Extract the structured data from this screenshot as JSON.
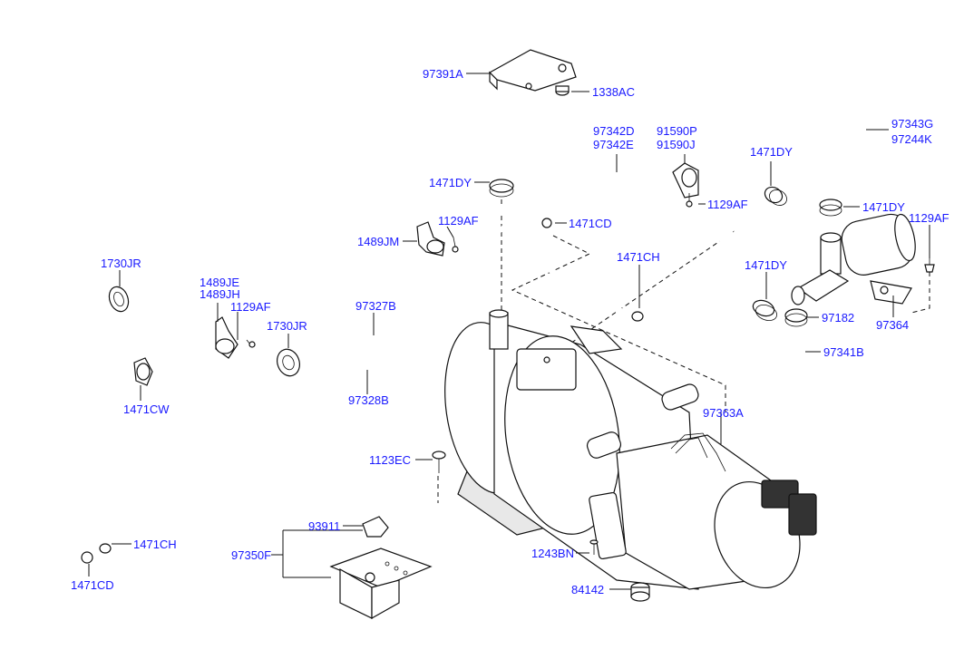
{
  "labels": {
    "l_97391A": "97391A",
    "l_1338AC": "1338AC",
    "l_97342D": "97342D",
    "l_97342E": "97342E",
    "l_91590P": "91590P",
    "l_91590J": "91590J",
    "l_97343G": "97343G",
    "l_97244K": "97244K",
    "l_1471DY_a": "1471DY",
    "l_1471DY_b": "1471DY",
    "l_1471DY_c": "1471DY",
    "l_1471DY_d": "1471DY",
    "l_1129AF_a": "1129AF",
    "l_1129AF_b": "1129AF",
    "l_1129AF_c": "1129AF",
    "l_1129AF_d": "1129AF",
    "l_1471CD_a": "1471CD",
    "l_1471CD_b": "1471CD",
    "l_1489JM": "1489JM",
    "l_1730JR_a": "1730JR",
    "l_1730JR_b": "1730JR",
    "l_1471CH_a": "1471CH",
    "l_1471CH_b": "1471CH",
    "l_1489JE": "1489JE",
    "l_1489JH": "1489JH",
    "l_97327B": "97327B",
    "l_97328B": "97328B",
    "l_1471CW": "1471CW",
    "l_97182": "97182",
    "l_97364": "97364",
    "l_97341B": "97341B",
    "l_97363A": "97363A",
    "l_1123EC": "1123EC",
    "l_93911": "93911",
    "l_97350F": "97350F",
    "l_1243BN": "1243BN",
    "l_84142": "84142"
  },
  "colors": {
    "label": "#1a1aff",
    "line": "#111111",
    "background": "#ffffff"
  }
}
